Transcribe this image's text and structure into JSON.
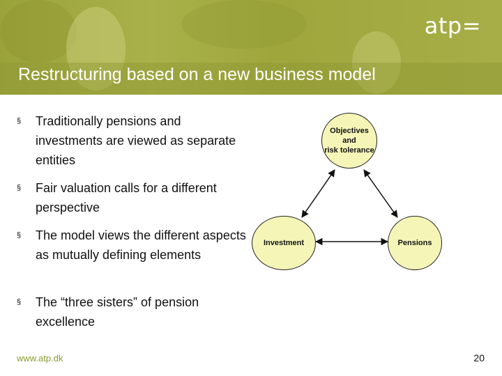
{
  "header": {
    "logo": "atp=",
    "title": "Restructuring based on a new business model"
  },
  "bullets": [
    {
      "mark": "§",
      "text": "Traditionally pensions and investments are viewed as separate entities"
    },
    {
      "mark": "§",
      "text": "Fair valuation calls for a different perspective"
    },
    {
      "mark": "§",
      "text": "The model views the different aspects as mutually defining elements"
    },
    {
      "mark": "§",
      "text": "The “three sisters” of pension excellence"
    }
  ],
  "diagram": {
    "top_node": "Objectives\nand\nrisk tolerance",
    "left_node": "Investment",
    "right_node": "Pensions"
  },
  "footer": {
    "url": "www.atp.dk",
    "page": "20"
  },
  "colors": {
    "header": "#a3ab42",
    "node_fill": "#f5f5b8",
    "url": "#8c9a2e"
  }
}
